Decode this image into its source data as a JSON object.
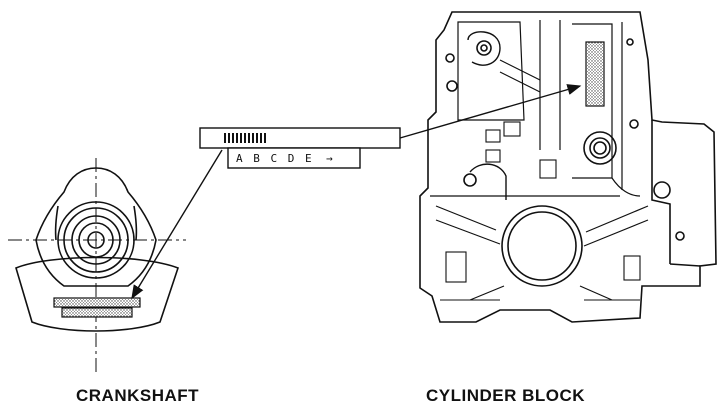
{
  "labels": {
    "crankshaft": "CRANKSHAFT",
    "cylinder_block": "CYLINDER BLOCK"
  },
  "code_plate": {
    "letters": "A B C D E",
    "arrow": "→"
  },
  "colors": {
    "line": "#111111",
    "stipple": "#555555",
    "background": "#ffffff"
  }
}
